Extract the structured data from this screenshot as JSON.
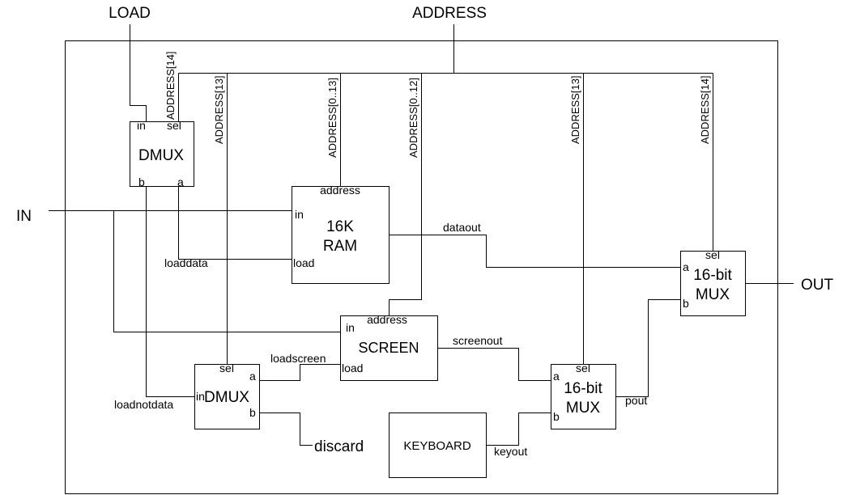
{
  "signals": {
    "load": "LOAD",
    "address": "ADDRESS",
    "in": "IN",
    "out": "OUT"
  },
  "chips": {
    "dmux_top": {
      "title": "DMUX",
      "in": "in",
      "sel": "sel",
      "a": "a",
      "b": "b"
    },
    "ram": {
      "line1": "16K",
      "line2": "RAM",
      "address": "address",
      "in": "in",
      "load": "load"
    },
    "screen": {
      "title": "SCREEN",
      "address": "address",
      "in": "in",
      "load": "load"
    },
    "dmux_bottom": {
      "title": "DMUX",
      "in": "in",
      "sel": "sel",
      "a": "a",
      "b": "b"
    },
    "mux_mid": {
      "line1": "16-bit",
      "line2": "MUX",
      "sel": "sel",
      "a": "a",
      "b": "b"
    },
    "mux_right": {
      "line1": "16-bit",
      "line2": "MUX",
      "sel": "sel",
      "a": "a",
      "b": "b"
    },
    "keyboard": {
      "title": "KEYBOARD"
    }
  },
  "wires": {
    "addr_dmux_sel": "ADDRESS[14]",
    "addr_dmux_bottom_sel": "ADDRESS[13]",
    "addr_ram": "ADDRESS[0..13]",
    "addr_screen": "ADDRESS[0..12]",
    "addr_mux_mid_sel": "ADDRESS[13]",
    "addr_mux_right_sel": "ADDRESS[14]",
    "dataout": "dataout",
    "loaddata": "loaddata",
    "loadnotdata": "loadnotdata",
    "loadscreen": "loadscreen",
    "screenout": "screenout",
    "keyout": "keyout",
    "pout": "pout",
    "discard": "discard"
  }
}
